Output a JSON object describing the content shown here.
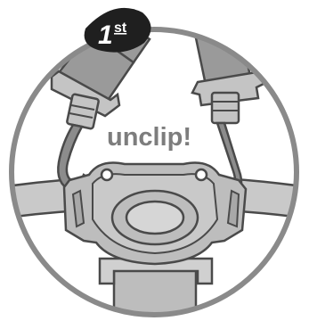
{
  "badge": {
    "number": "1",
    "suffix": "st"
  },
  "instruction": {
    "text": "unclip!"
  },
  "colors": {
    "outline": "#4a4a4a",
    "strap_fill": "#9a9a9a",
    "frame_fill": "#bdbdbd",
    "hook_fill": "#8c8c8c",
    "badge_fill": "#1f1f1f",
    "badge_text": "#ffffff",
    "text_color": "#7d7d7d",
    "background": "#ffffff"
  },
  "icons": [
    "left-strap",
    "right-strap",
    "left-clip-hook",
    "right-clip-hook",
    "harness-chest-buckle"
  ]
}
